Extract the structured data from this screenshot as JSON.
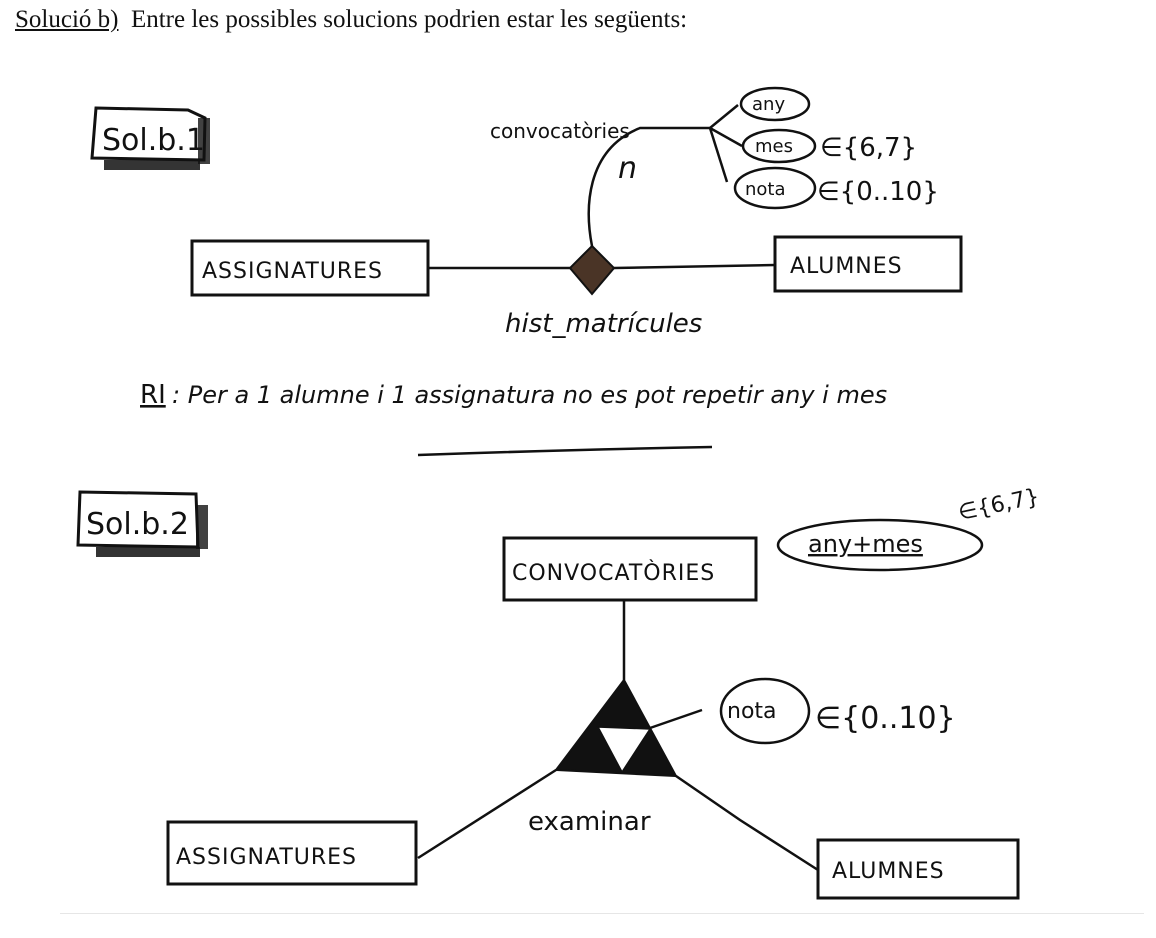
{
  "header": {
    "label": "Solució b)",
    "text": "Entre les possibles solucions podrien estar les següents:"
  },
  "solution1": {
    "tag": "Sol.b.1",
    "entities": {
      "left": "ASSIGNATURES",
      "right": "ALUMNES"
    },
    "relationship": {
      "name": "hist_matrícules",
      "color": "#4a3426"
    },
    "multivalued_attribute": {
      "name": "convocatòries",
      "cardinality": "n",
      "components": [
        {
          "name": "any",
          "domain": ""
        },
        {
          "name": "mes",
          "domain": "∈{6,7}"
        },
        {
          "name": "nota",
          "domain": "∈{0..10}"
        }
      ]
    },
    "integrity_rule": {
      "label": "RI",
      "text": ": Per a 1 alumne i 1 assignatura no es pot repetir any i mes"
    }
  },
  "solution2": {
    "tag": "Sol.b.2",
    "entities": {
      "top": "CONVOCATÒRIES",
      "left": "ASSIGNATURES",
      "right": "ALUMNES"
    },
    "key_attribute": {
      "name": "any+mes",
      "domain": "∈{6,7}"
    },
    "relationship": {
      "name": "examinar",
      "attribute": "nota",
      "attribute_domain": "∈{0..10}"
    }
  }
}
